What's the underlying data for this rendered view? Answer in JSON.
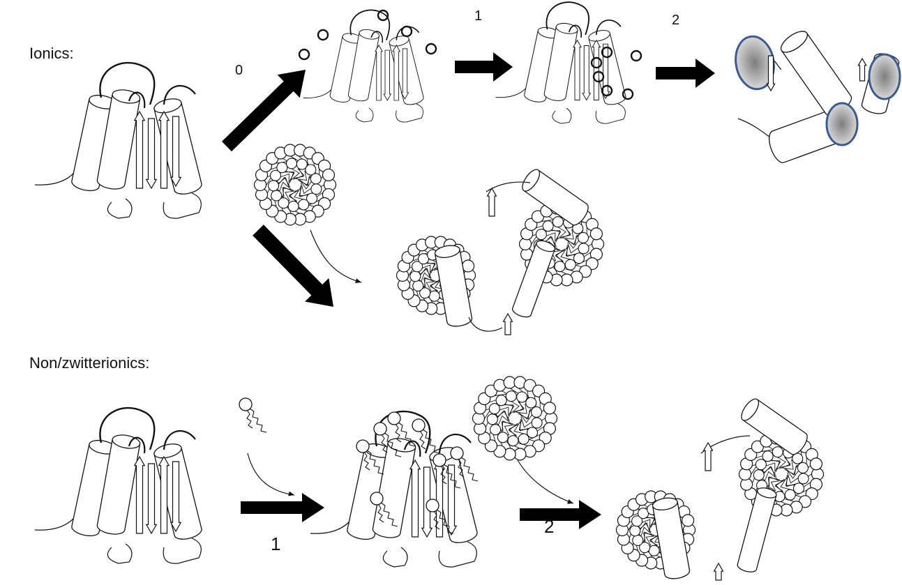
{
  "sections": {
    "ionics": "Ionics:",
    "nonzwitterionics": "Non/zwitterionics:"
  },
  "steps": {
    "ionic_0": "0",
    "ionic_1": "1",
    "ionic_2": "2",
    "nonzw_1": "1",
    "nonzw_2": "2"
  },
  "colors": {
    "line": "#111111",
    "arrow": "#000000",
    "micelle_fill": "#ffffff",
    "patch_stroke": "#3b5a8f",
    "patch_fill": "#9a9a9a"
  }
}
